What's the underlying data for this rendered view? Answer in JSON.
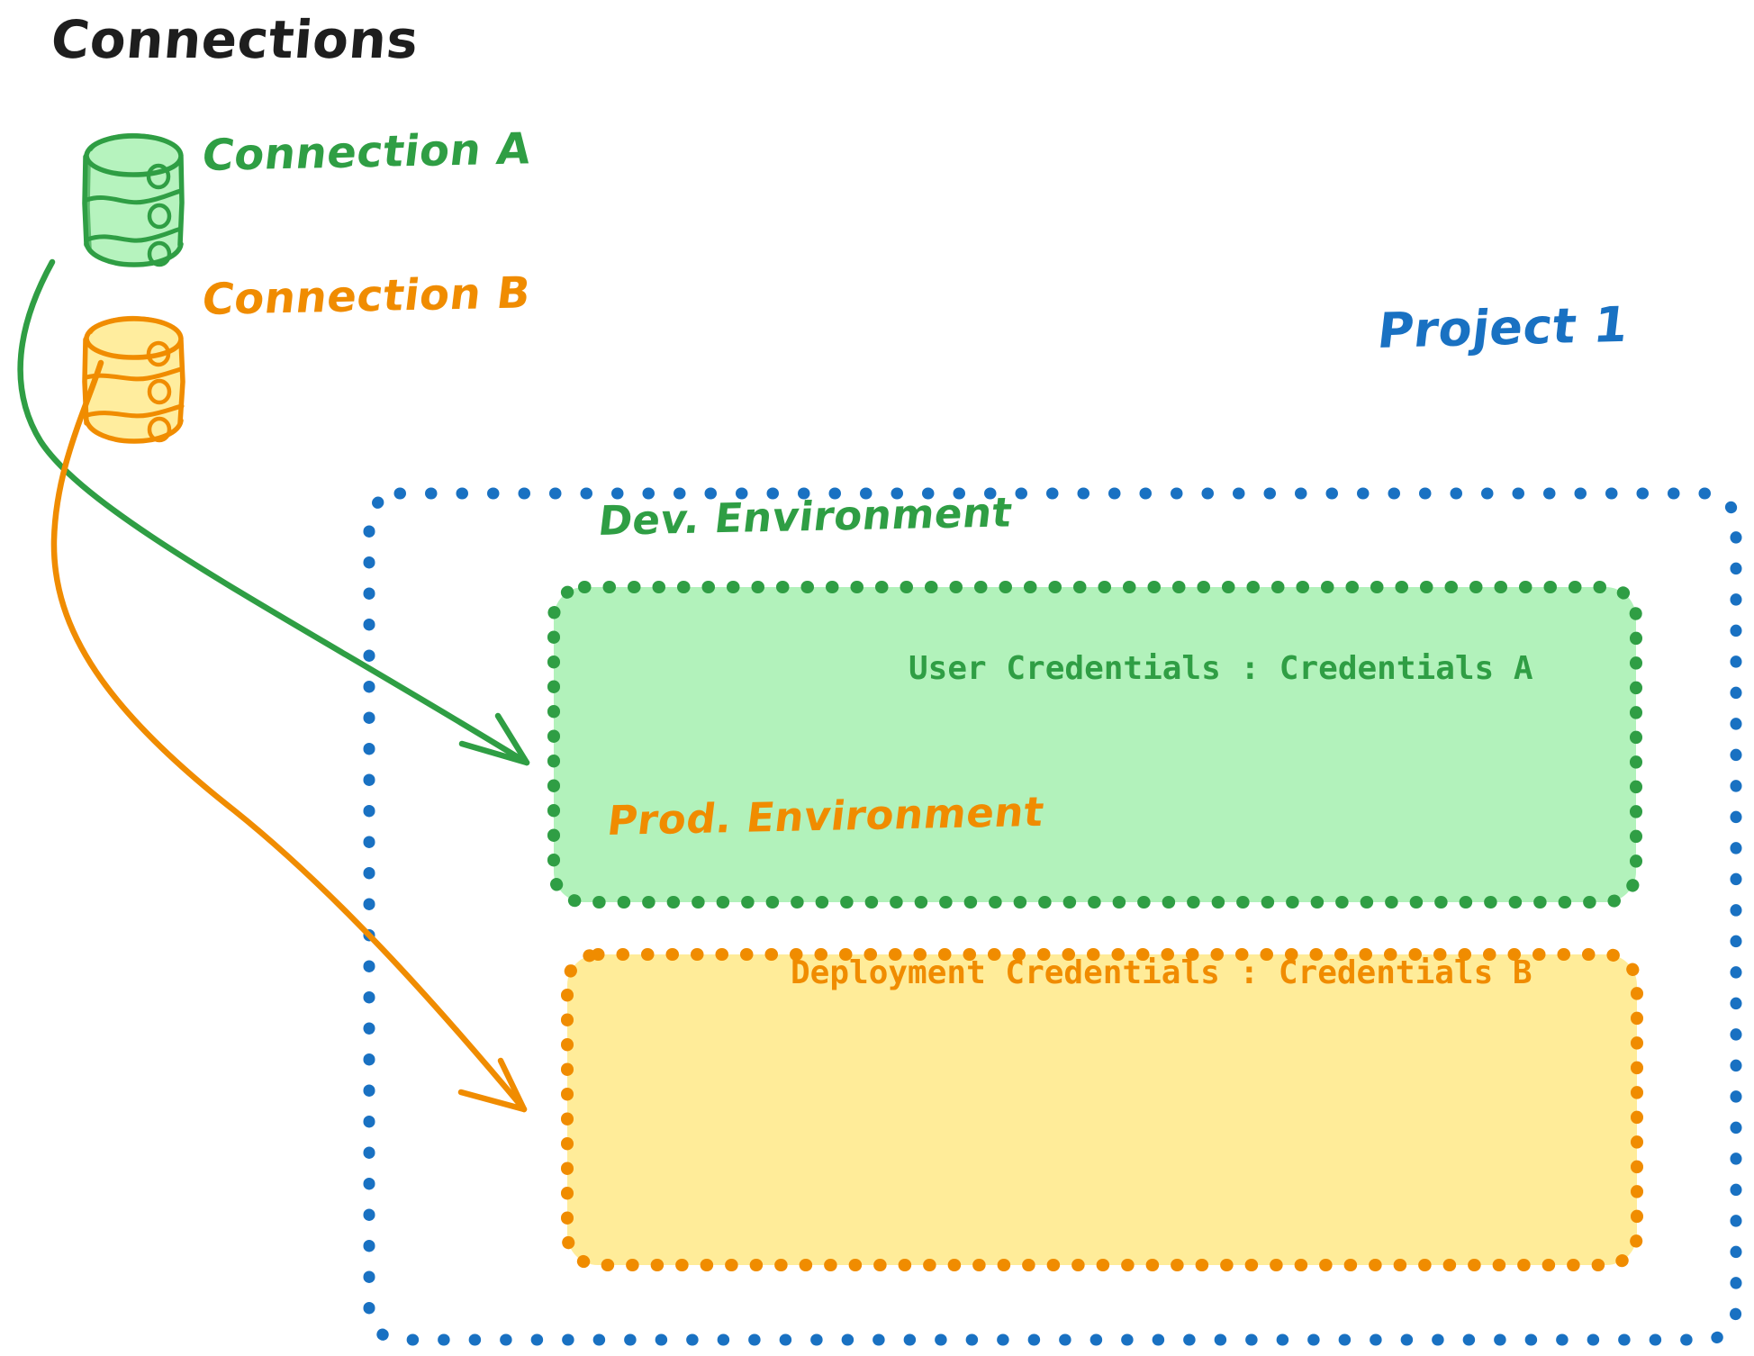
{
  "diagram": {
    "title": "Connections",
    "background": "#ffffff"
  },
  "colors": {
    "ink": "#1e1e1e",
    "green_stroke": "#2f9e44",
    "green_fill": "#b2f2bb",
    "orange_stroke": "#f08c00",
    "orange_fill": "#ffec99",
    "blue_stroke": "#1971c2"
  },
  "connections": [
    {
      "id": "connection-a",
      "label": "Connection A",
      "icon": "database-icon",
      "color": "#2f9e44",
      "targets_environment": "dev-environment"
    },
    {
      "id": "connection-b",
      "label": "Connection B",
      "icon": "database-icon",
      "color": "#f08c00",
      "targets_environment": "prod-environment"
    }
  ],
  "project": {
    "label": "Project 1",
    "color": "#1971c2",
    "border_style": "dotted",
    "environments": [
      {
        "id": "dev-environment",
        "label": "Dev. Environment",
        "color": "#2f9e44",
        "fill": "#b2f2bb",
        "border_style": "dotted",
        "credentials_key": "User Credentials",
        "credentials_separator": ":",
        "credentials_value": "Credentials A",
        "credentials_line": "User Credentials : Credentials A"
      },
      {
        "id": "prod-environment",
        "label": "Prod. Environment",
        "color": "#f08c00",
        "fill": "#ffec99",
        "border_style": "dotted",
        "credentials_key": "Deployment Credentials",
        "credentials_separator": ":",
        "credentials_value": "Credentials B",
        "credentials_line": "Deployment Credentials : Credentials B"
      }
    ]
  },
  "arrows": [
    {
      "id": "arrow-a-to-dev",
      "from": "connection-a",
      "to": "dev-environment",
      "color": "#2f9e44"
    },
    {
      "id": "arrow-b-to-prod",
      "from": "connection-b",
      "to": "prod-environment",
      "color": "#f08c00"
    }
  ]
}
